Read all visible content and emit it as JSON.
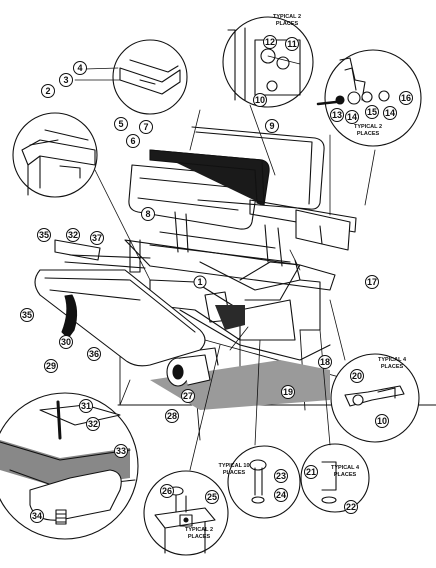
{
  "diagram": {
    "part_numbers": [
      "2",
      "3",
      "4",
      "5",
      "6",
      "7",
      "8",
      "9",
      "10",
      "11",
      "12",
      "13",
      "14",
      "15",
      "16",
      "17",
      "18",
      "19",
      "20",
      "21",
      "22",
      "23",
      "24",
      "25",
      "26",
      "27",
      "28",
      "29",
      "30",
      "31",
      "32",
      "33",
      "34",
      "35",
      "36",
      "37"
    ],
    "notes": {
      "typical2_top_line1": "TYPICAL 2",
      "typical2_top_line2": "PLACES",
      "typical2_right_line1": "TYPICAL 2",
      "typical2_right_line2": "PLACES",
      "typical4_right_line1": "TYPICAL 4",
      "typical4_right_line2": "PLACES",
      "typical10_line1": "TYPICAL 10",
      "typical10_line2": "PLACES",
      "typical4_bottom_line1": "TYPICAL 4",
      "typical4_bottom_line2": "PLACES",
      "typical2_bottom_line1": "TYPICAL 2",
      "typical2_bottom_line2": "PLACES"
    },
    "center_marker": "1"
  }
}
